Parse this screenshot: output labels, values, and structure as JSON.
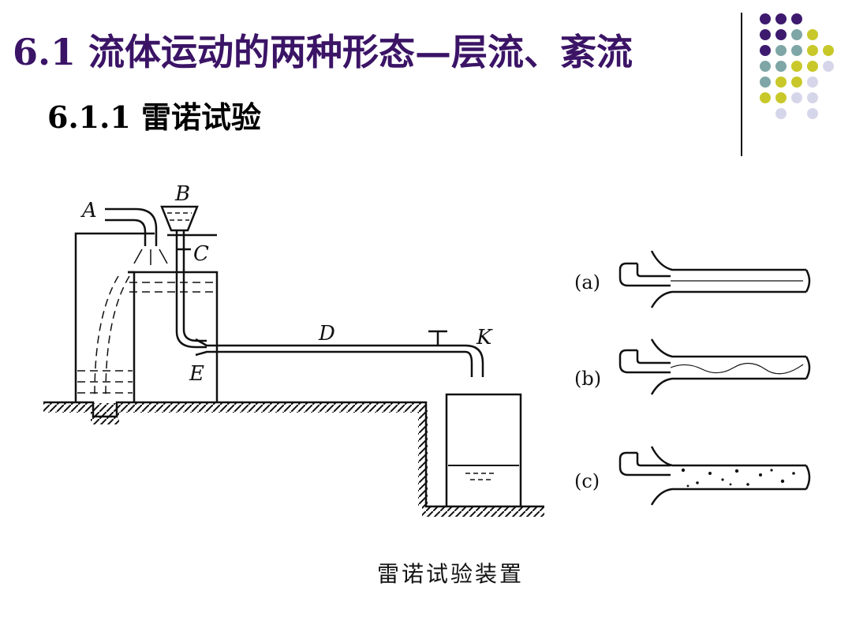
{
  "slide": {
    "title": "6.1  流体运动的两种形态—层流、紊流",
    "subtitle": "6.1.1 雷诺试验",
    "caption": "雷诺试验装置"
  },
  "diagram": {
    "labels": {
      "A": "A",
      "B": "B",
      "C": "C",
      "D": "D",
      "E": "E",
      "K": "K"
    },
    "flow_labels": {
      "a": "(a)",
      "b": "(b)",
      "c": "(c)"
    }
  },
  "decoration": {
    "colors": {
      "purple": "#3d1a6e",
      "teal": "#7fa6a6",
      "olive": "#c8c82a",
      "lavender": "#d6d6ea",
      "title": "#3b1466"
    },
    "dot_grid": [
      [
        "purple",
        "purple",
        "purple",
        "",
        ""
      ],
      [
        "purple",
        "purple",
        "teal",
        "olive",
        ""
      ],
      [
        "purple",
        "teal",
        "teal",
        "olive",
        "olive"
      ],
      [
        "teal",
        "teal",
        "olive",
        "olive",
        "lavender"
      ],
      [
        "teal",
        "olive",
        "olive",
        "lavender",
        ""
      ],
      [
        "olive",
        "olive",
        "lavender",
        "lavender",
        ""
      ],
      [
        "",
        "lavender",
        "",
        "lavender",
        ""
      ]
    ]
  }
}
